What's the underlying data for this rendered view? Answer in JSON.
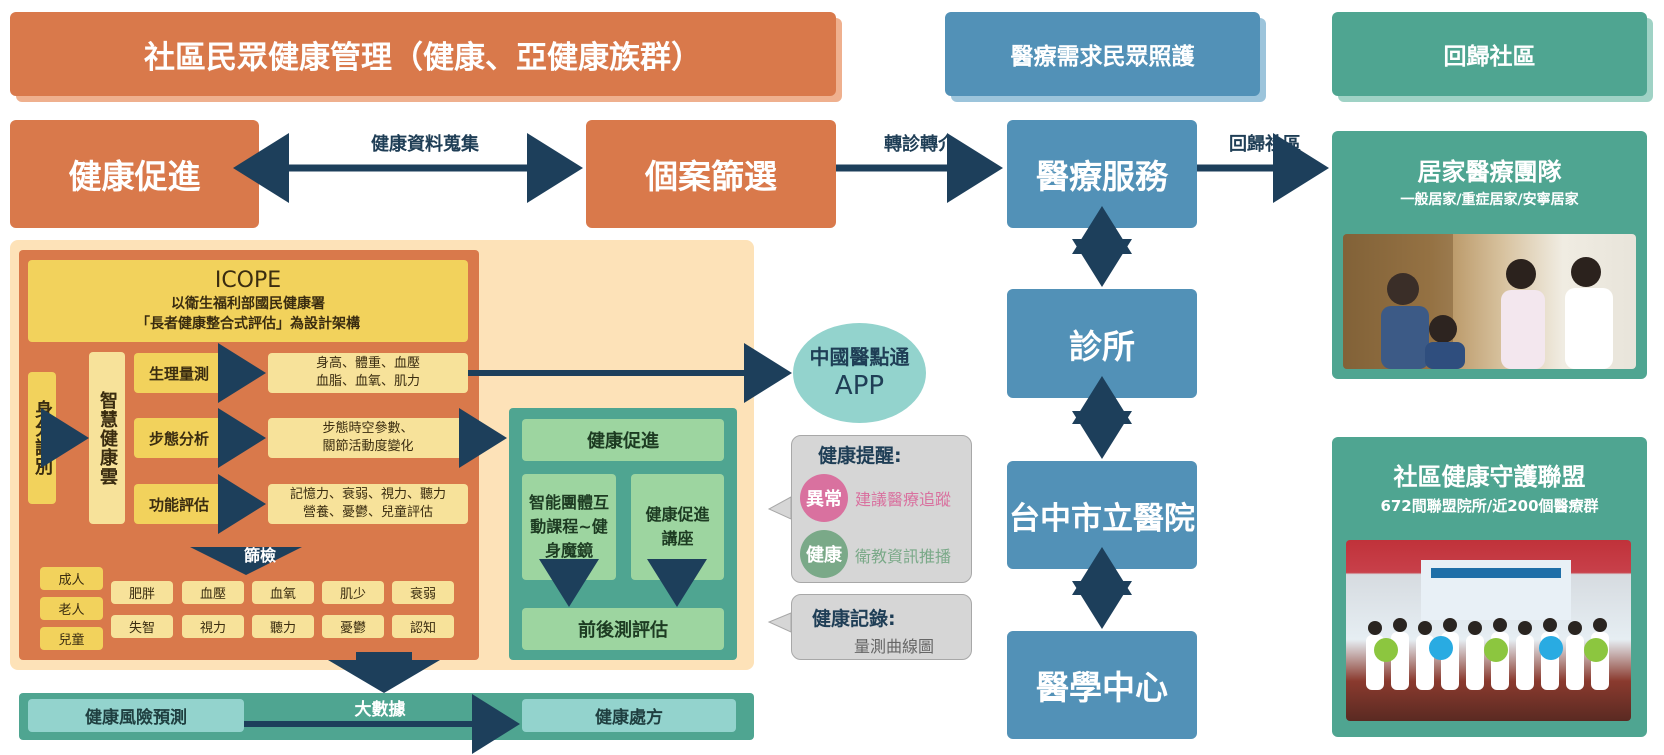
{
  "header": {
    "community_title": "社區民眾健康管理（健康、亞健康族群）",
    "medical_title": "醫療需求民眾照護",
    "return_title": "回歸社區"
  },
  "flow": {
    "promotion": "健康促進",
    "data_collection": "健康資料蒐集",
    "screening": "個案篩選",
    "referral": "轉診轉介",
    "medical_service": "醫療服務",
    "return_label": "回歸社區"
  },
  "home_care": {
    "title": "居家醫療團隊",
    "subtitle": "一般居家/重症居家/安寧居家"
  },
  "alliance": {
    "title": "社區健康守護聯盟",
    "subtitle": "672間聯盟院所/近200個醫療群"
  },
  "hospitals": {
    "clinic": "診所",
    "city_hospital": "台中市立醫院",
    "medical_center": "醫學中心"
  },
  "icope": {
    "title": "ICOPE",
    "desc1": "以衛生福利部國民健康署",
    "desc2": "「長者健康整合式評估」為設計架構",
    "identity": "身分識別",
    "cloud": "智慧健康雲",
    "rows": [
      {
        "label": "生理量測",
        "detail1": "身高、體重、血壓",
        "detail2": "血脂、血氧、肌力"
      },
      {
        "label": "步態分析",
        "detail1": "步態時空參數、",
        "detail2": "關節活動度變化"
      },
      {
        "label": "功能評估",
        "detail1": "記憶力、衰弱、視力、聽力",
        "detail2": "營養、憂鬱、兒童評估"
      }
    ],
    "screening": "篩檢",
    "groups": [
      "成人",
      "老人",
      "兒童"
    ],
    "conditions_row1": [
      "肥胖",
      "血壓",
      "血氧",
      "肌少",
      "衰弱"
    ],
    "conditions_row2": [
      "失智",
      "視力",
      "聽力",
      "憂鬱",
      "認知"
    ]
  },
  "promo_box": {
    "title": "健康促進",
    "course": "智能團體互動課程~健身魔鏡",
    "lecture": "健康促進講座",
    "evaluation": "前後測評估"
  },
  "app": {
    "line1": "中國醫點通",
    "line2": "APP"
  },
  "reminder": {
    "title": "健康提醒:",
    "abnormal_badge": "異常",
    "abnormal_text": "建議醫療追蹤",
    "healthy_badge": "健康",
    "healthy_text": "衛教資訊推播",
    "abnormal_color": "#d9719f",
    "healthy_color": "#7aa988"
  },
  "record": {
    "title": "健康記錄:",
    "text": "量測曲線圖"
  },
  "bigdata": {
    "risk": "健康風險預測",
    "label": "大數據",
    "prescription": "健康處方"
  },
  "colors": {
    "orange": "#d9794b",
    "blue": "#5291b7",
    "teal": "#4fa591",
    "arrow": "#1d3f5b"
  }
}
